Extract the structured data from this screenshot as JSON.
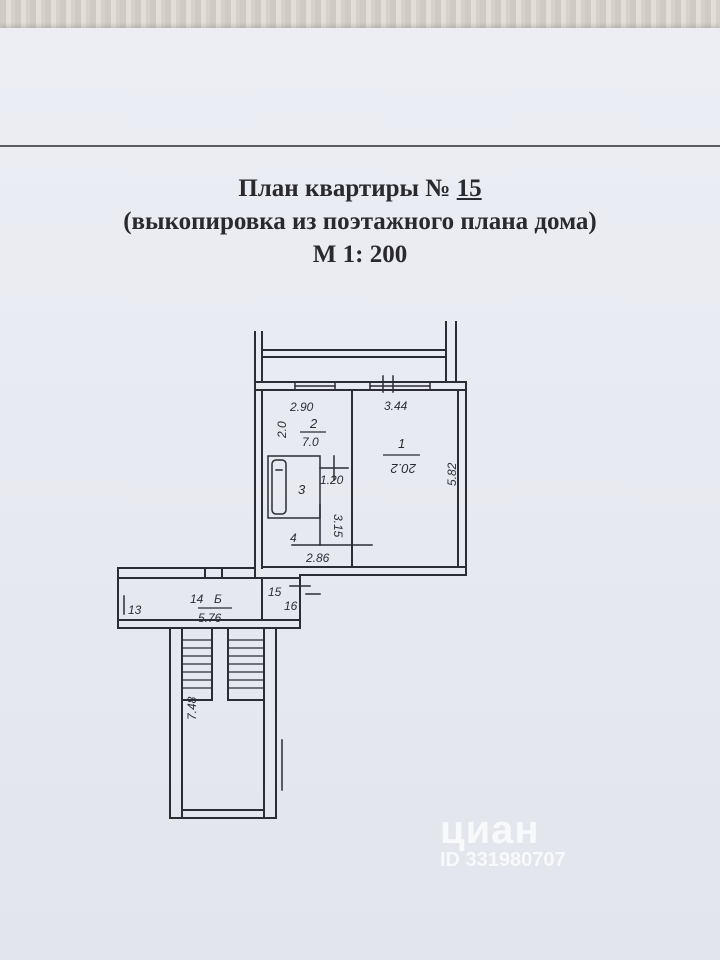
{
  "header": {
    "title_prefix": "План квартиры № ",
    "title_number": "15",
    "subtitle": "(выкопировка из поэтажного плана дома)",
    "scale": "М 1: 200"
  },
  "plan": {
    "labels": {
      "room2_width": "2.90",
      "room1_width": "3.44",
      "room2_number": "2",
      "room2_area": "7.0",
      "room2_depth": "2.0",
      "room1_number": "1",
      "room1_area": "20.2",
      "room1_depth": "5.82",
      "room3_number": "3",
      "room3_dim": "1.20",
      "room4_depth": "3.15",
      "room4_number": "4",
      "room4_width": "2.86",
      "corridor_14": "14",
      "corridor_label": "Б",
      "corridor_dim": "5.76",
      "label_15": "15",
      "label_16": "16",
      "label_13": "13",
      "stair_dim": "7.48"
    }
  },
  "watermark": {
    "logo": "циан",
    "id": "ID 331980707"
  }
}
